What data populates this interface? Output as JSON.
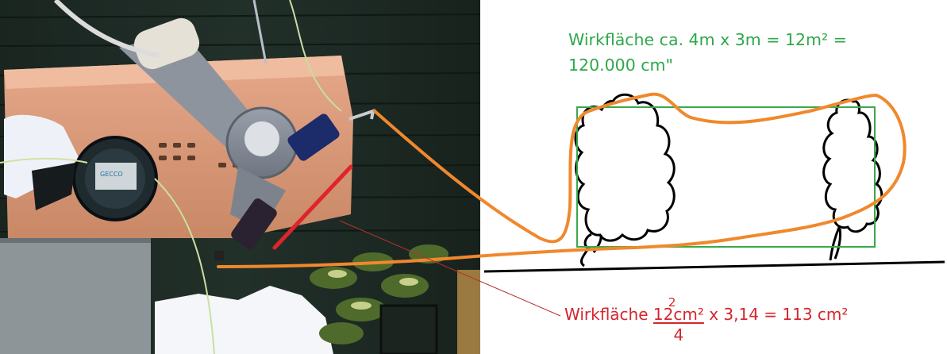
{
  "annotations": {
    "effective_area_bush_line1": "Wirkfläche ca. 4m x 3m = 12m² =",
    "effective_area_bush_line2": "120.000 cm\"",
    "effective_area_device": {
      "label": "Wirkfläche",
      "numerator": "12cm²",
      "superscript": "2",
      "denominator": "4",
      "rest": "x 3,14 = 113 cm²"
    }
  },
  "photo": {
    "device_label": "GECCO"
  },
  "colors": {
    "green_text": "#2ea84a",
    "red_text": "#d4262c",
    "orange_outline": "#f0882c",
    "green_box": "#3aa84a",
    "red_line": "#e0242a"
  }
}
